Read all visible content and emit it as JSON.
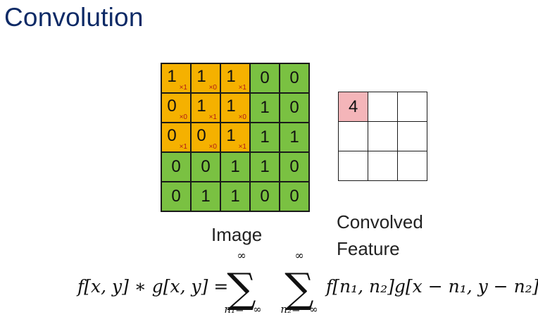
{
  "title": "Convolution",
  "image": {
    "label": "Image",
    "cells": [
      [
        {
          "v": "1",
          "w": "×1",
          "hl": true
        },
        {
          "v": "1",
          "w": "×0",
          "hl": true
        },
        {
          "v": "1",
          "w": "×1",
          "hl": true
        },
        {
          "v": "0",
          "w": "",
          "hl": false
        },
        {
          "v": "0",
          "w": "",
          "hl": false
        }
      ],
      [
        {
          "v": "0",
          "w": "×0",
          "hl": true
        },
        {
          "v": "1",
          "w": "×1",
          "hl": true
        },
        {
          "v": "1",
          "w": "×0",
          "hl": true
        },
        {
          "v": "1",
          "w": "",
          "hl": false
        },
        {
          "v": "0",
          "w": "",
          "hl": false
        }
      ],
      [
        {
          "v": "0",
          "w": "×1",
          "hl": true
        },
        {
          "v": "0",
          "w": "×0",
          "hl": true
        },
        {
          "v": "1",
          "w": "×1",
          "hl": true
        },
        {
          "v": "1",
          "w": "",
          "hl": false
        },
        {
          "v": "1",
          "w": "",
          "hl": false
        }
      ],
      [
        {
          "v": "0",
          "w": "",
          "hl": false
        },
        {
          "v": "0",
          "w": "",
          "hl": false
        },
        {
          "v": "1",
          "w": "",
          "hl": false
        },
        {
          "v": "1",
          "w": "",
          "hl": false
        },
        {
          "v": "0",
          "w": "",
          "hl": false
        }
      ],
      [
        {
          "v": "0",
          "w": "",
          "hl": false
        },
        {
          "v": "1",
          "w": "",
          "hl": false
        },
        {
          "v": "1",
          "w": "",
          "hl": false
        },
        {
          "v": "0",
          "w": "",
          "hl": false
        },
        {
          "v": "0",
          "w": "",
          "hl": false
        }
      ]
    ]
  },
  "feature": {
    "label_line1": "Convolved",
    "label_line2": "Feature",
    "cells": [
      [
        "4",
        "",
        ""
      ],
      [
        "",
        "",
        ""
      ],
      [
        "",
        "",
        ""
      ]
    ]
  },
  "formula": {
    "lhs": "f[x, y] ∗ g[x, y] =",
    "sum1_upper": "∞",
    "sum1_lower": "n₁=−∞",
    "sum2_upper": "∞",
    "sum2_lower": "n₂=−∞",
    "rhs": "f[n₁, n₂]g[x − n₁, y − n₂]",
    "sigma": "∑"
  },
  "colors": {
    "title": "#0d2a66",
    "kernel_region": "#f5b100",
    "image_cell": "#7ac142",
    "feature_filled": "#f4b5b9",
    "weight_text": "#b01818"
  }
}
